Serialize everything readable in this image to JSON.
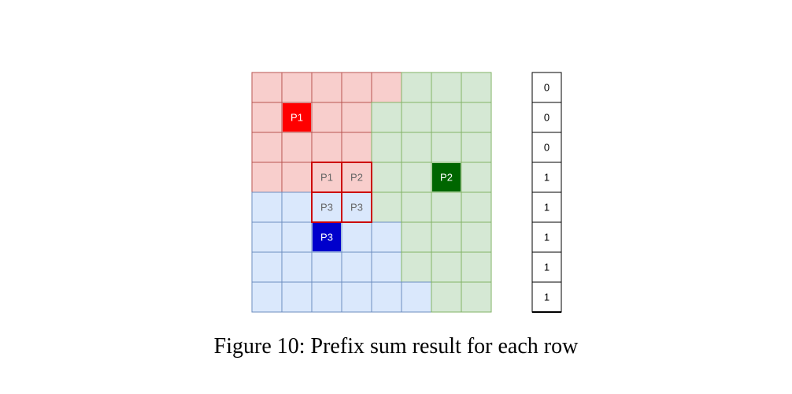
{
  "grid": {
    "rows": 8,
    "cols": 8,
    "regions": [
      "RRRRRGGG",
      "RRRRGGGG",
      "RRRRGGGG",
      "RRRRGGGG",
      "BBBBGGGG",
      "BBBBBGGG",
      "BBBBBGGG",
      "BBBBBBGG"
    ],
    "region_colors": {
      "R": {
        "fill": "#f8cecc",
        "stroke": "#b85450"
      },
      "G": {
        "fill": "#d5e8d4",
        "stroke": "#82b366"
      },
      "B": {
        "fill": "#dae8fc",
        "stroke": "#6c8ebf"
      }
    },
    "special_cells": [
      {
        "row": 1,
        "col": 1,
        "label": "P1",
        "fill": "#ff0000",
        "text_color": "#ffffff",
        "name": "p1-cell"
      },
      {
        "row": 3,
        "col": 6,
        "label": "P2",
        "fill": "#006600",
        "text_color": "#ffffff",
        "name": "p2-cell"
      },
      {
        "row": 5,
        "col": 2,
        "label": "P3",
        "fill": "#0000cc",
        "text_color": "#ffffff",
        "name": "p3-cell"
      }
    ],
    "highlight_cells": [
      {
        "row": 3,
        "col": 2,
        "label": "P1"
      },
      {
        "row": 3,
        "col": 3,
        "label": "P2"
      },
      {
        "row": 4,
        "col": 2,
        "label": "P3"
      },
      {
        "row": 4,
        "col": 3,
        "label": "P3"
      }
    ],
    "highlight_border": "#cc0000",
    "highlight_text_color": "#666666"
  },
  "prefix_sum": {
    "values": [
      "0",
      "0",
      "0",
      "1",
      "1",
      "1",
      "1",
      "1"
    ]
  },
  "caption": "Figure 10: Prefix sum result for each row"
}
